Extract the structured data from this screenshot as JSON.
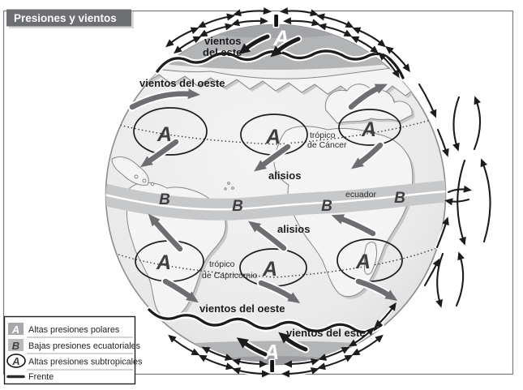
{
  "title": "Presiones y vientos",
  "globe": {
    "letters": {
      "polar": "A",
      "subtropical": "A",
      "equatorial": "B"
    },
    "labels": {
      "polar_easterlies_north_line1": "vientos",
      "polar_easterlies_north_line2": "del este",
      "westerlies_north": "vientos del oeste",
      "tropic_cancer_line1": "trópico",
      "tropic_cancer_line2": "de Cáncer",
      "trades_north": "alisios",
      "equator": "ecuador",
      "trades_south": "alisios",
      "tropic_capricorn_line1": "trópico",
      "tropic_capricorn_line2": "de Capricornio",
      "westerlies_south": "vientos del oeste",
      "polar_easterlies_south": "vientos del este"
    }
  },
  "legend": {
    "items": [
      {
        "symbol": "A",
        "label": "Altas presiones polares"
      },
      {
        "symbol": "B",
        "label": "Bajas presiones ecuatoriales"
      },
      {
        "symbol": "A",
        "label": "Altas presiones subtropicales"
      },
      {
        "symbol": "",
        "label": "Frente"
      }
    ]
  },
  "colors": {
    "title_bar": "#6d6e71",
    "polar_cap": "#b2b4b6",
    "equator_band": "#c6c8ca",
    "gray_arrow": "#6d6e71",
    "ink": "#231f20"
  }
}
